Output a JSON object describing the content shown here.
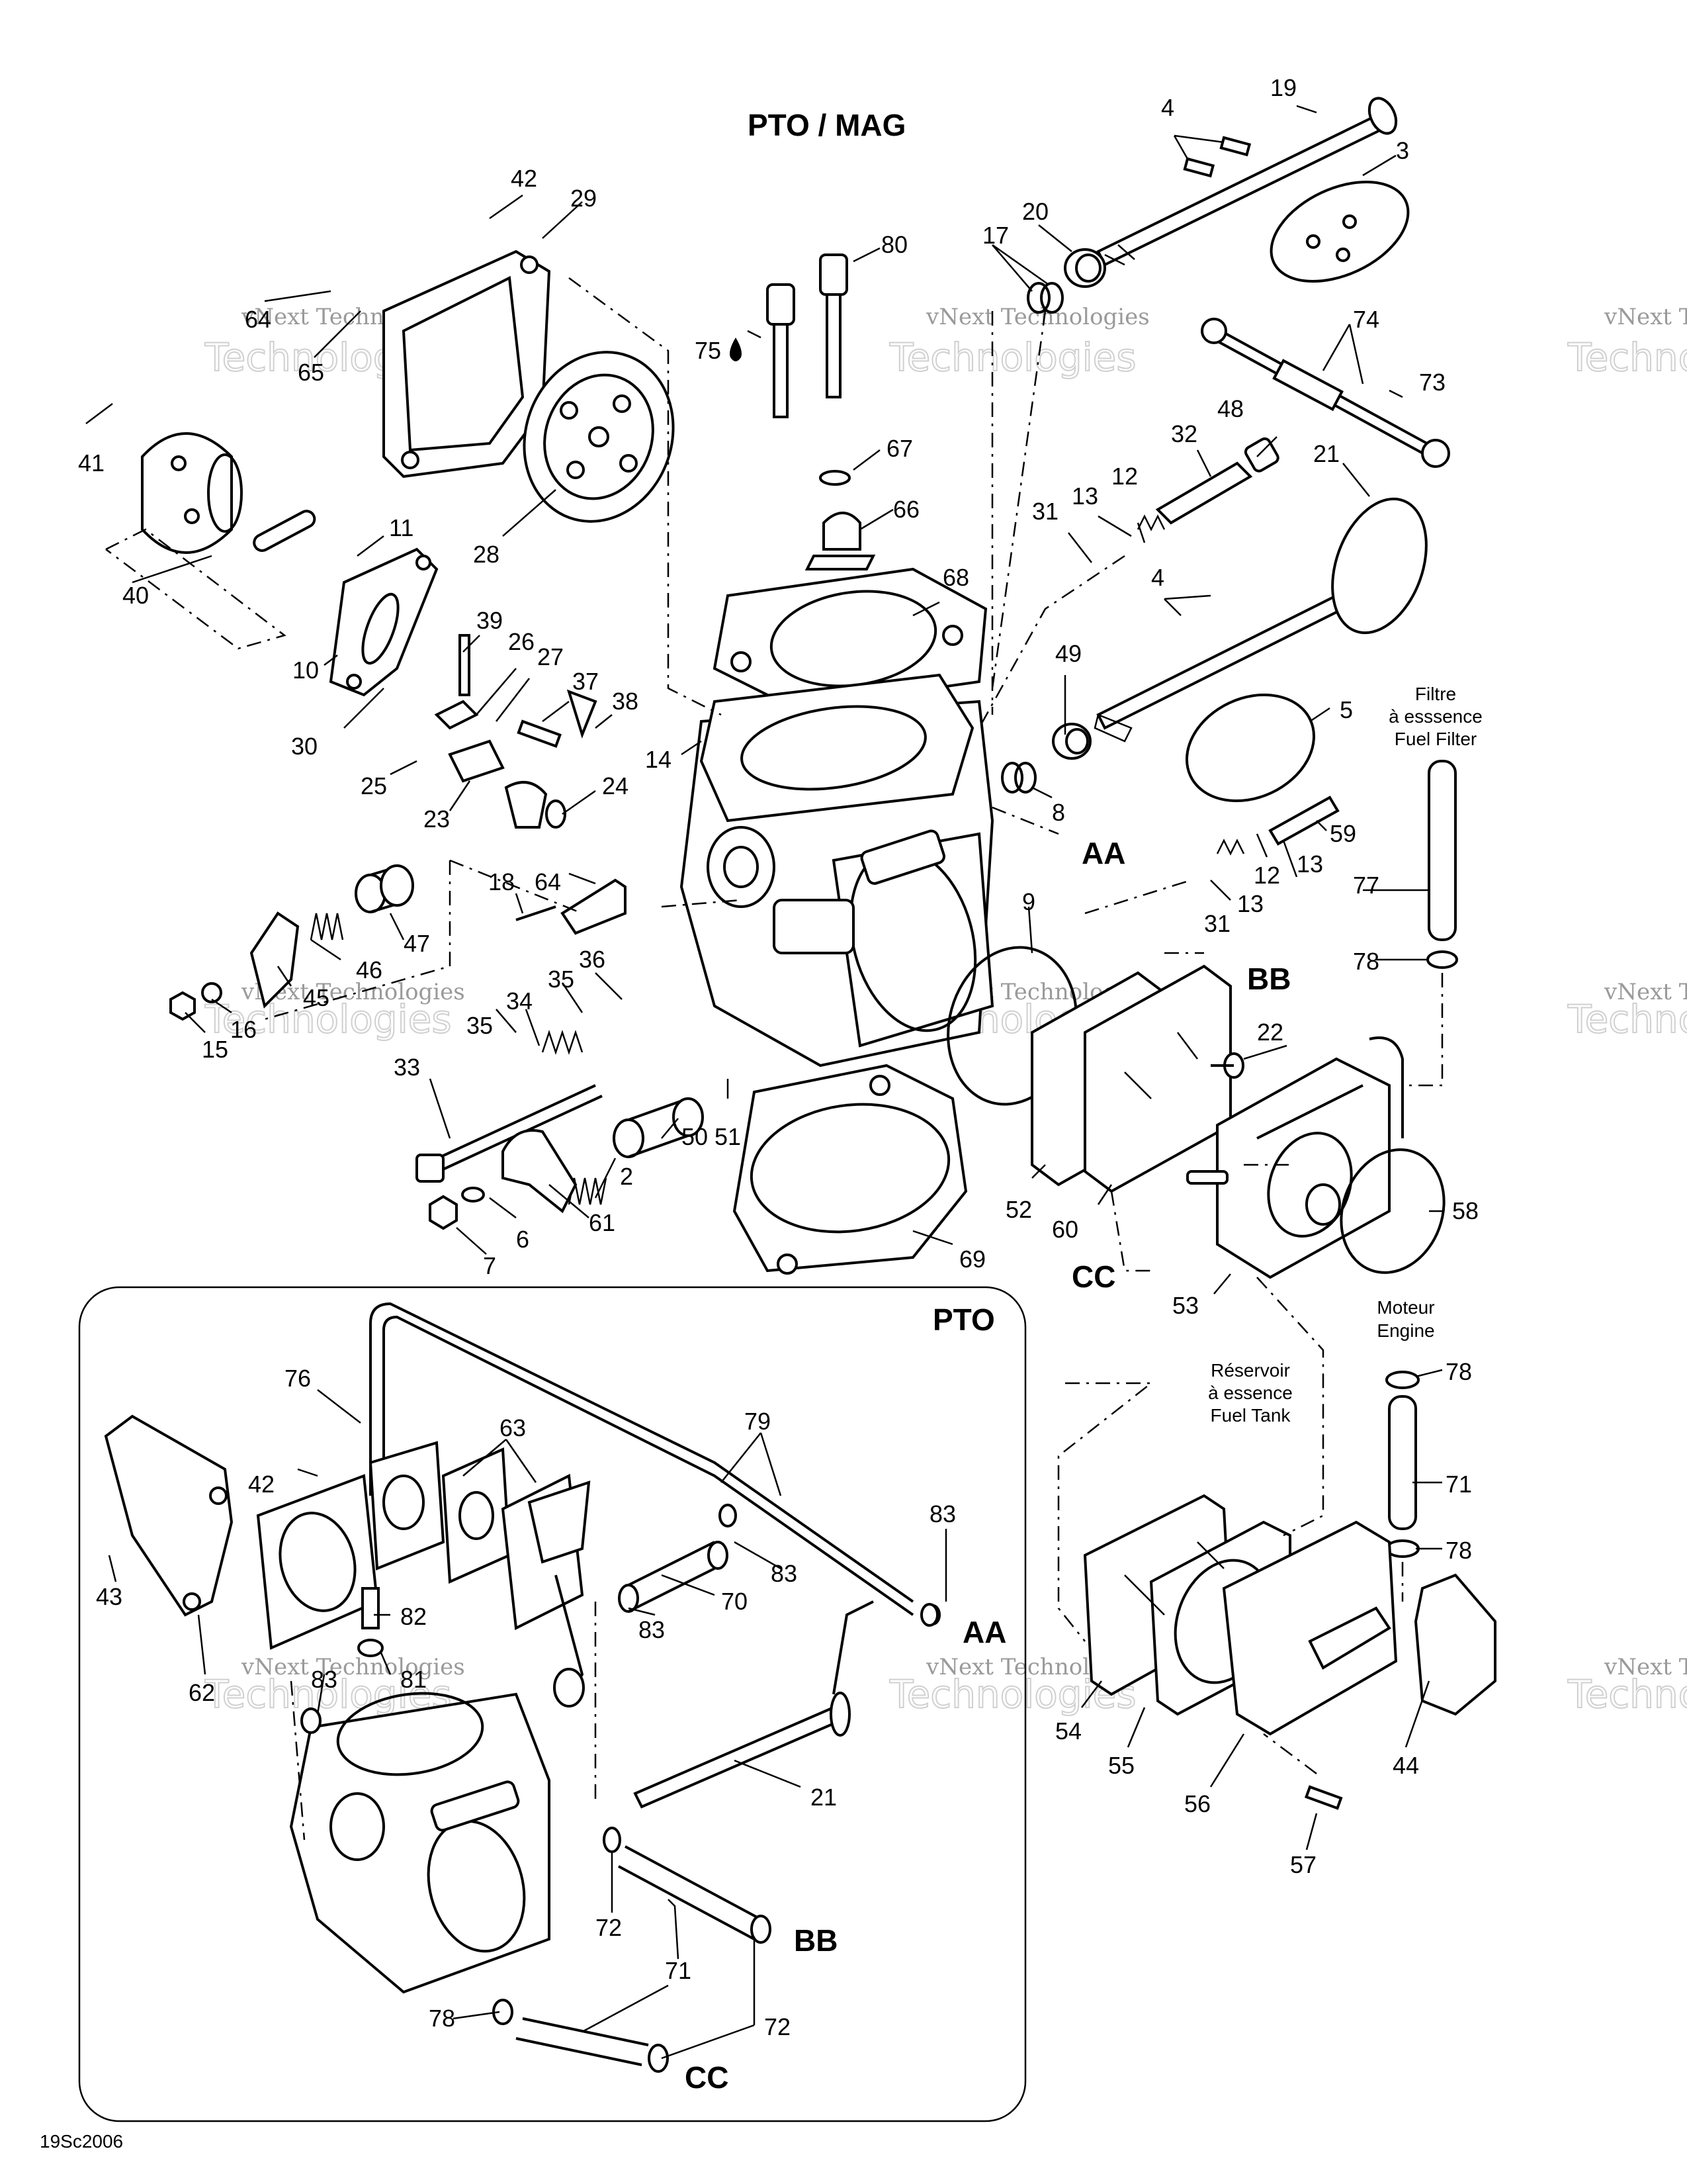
{
  "title": "PTO / MAG",
  "inset_title": "PTO",
  "footer_code": "19Sc2006",
  "watermark": {
    "line1": "vNext Technologies",
    "line2": "Technologies"
  },
  "connectors": {
    "aa": "AA",
    "bb": "BB",
    "cc": "CC"
  },
  "annotations": {
    "fuel_filter": [
      "Filtre",
      "à esssence",
      "Fuel Filter"
    ],
    "engine": [
      "Moteur",
      "Engine"
    ],
    "fuel_tank": [
      "Réservoir",
      "à essence",
      "Fuel Tank"
    ]
  },
  "drop_marker": "75",
  "labels": {
    "l19": "19",
    "l4a": "4",
    "l3": "3",
    "l42a": "42",
    "l29": "29",
    "l80": "80",
    "l17": "17",
    "l20": "20",
    "l64a": "64",
    "l65": "65",
    "l75": "75",
    "l74": "74",
    "l73": "73",
    "l41": "41",
    "l67": "67",
    "l48": "48",
    "l32": "32",
    "l21a": "21",
    "l28": "28",
    "l66": "66",
    "l13a": "13",
    "l12a": "12",
    "l31a": "31",
    "l11": "11",
    "l68": "68",
    "l4b": "4",
    "l40": "40",
    "l39": "39",
    "l26": "26",
    "l10": "10",
    "l27": "27",
    "l37": "37",
    "l38": "38",
    "l49": "49",
    "l5": "5",
    "l30": "30",
    "l14": "14",
    "l25": "25",
    "l24": "24",
    "l23": "23",
    "l8": "8",
    "l59": "59",
    "l64b": "64",
    "l18": "18",
    "l12b": "12",
    "l13b": "13",
    "l13c": "13",
    "l77": "77",
    "l31b": "31",
    "l9": "9",
    "l47": "47",
    "l36": "36",
    "l46": "46",
    "l45": "45",
    "l35a": "35",
    "l78a": "78",
    "l34": "34",
    "l16": "16",
    "l15": "15",
    "l35b": "35",
    "l22": "22",
    "l33": "33",
    "l50": "50",
    "l51": "51",
    "l2": "2",
    "l52": "52",
    "l58": "58",
    "l60": "60",
    "l6": "6",
    "l61": "61",
    "l7": "7",
    "l69": "69",
    "l53": "53",
    "l76": "76",
    "l78b": "78",
    "l63": "63",
    "l79": "79",
    "l42b": "42",
    "l71a": "71",
    "l83a": "83",
    "l78c": "78",
    "l43": "43",
    "l83b": "83",
    "l70": "70",
    "l83c": "83",
    "l82": "82",
    "l83d": "83",
    "l81": "81",
    "l62": "62",
    "l54": "54",
    "l44": "44",
    "l55": "55",
    "l21b": "21",
    "l56": "56",
    "l57": "57",
    "l72a": "72",
    "l71b": "71",
    "l78d": "78",
    "l72b": "72"
  }
}
